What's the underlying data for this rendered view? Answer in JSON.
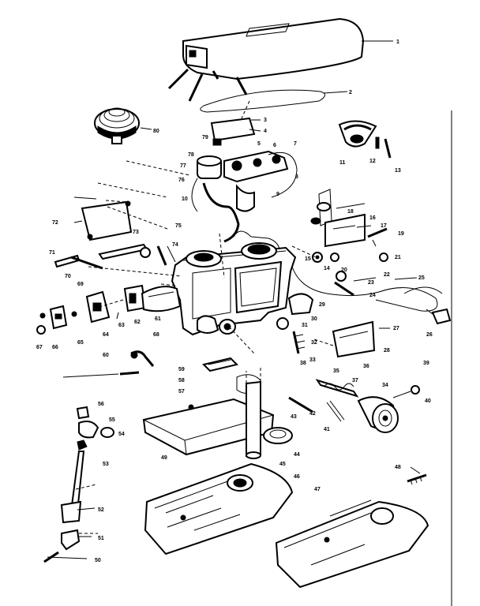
{
  "diagram": {
    "callouts": [
      "1",
      "2",
      "3",
      "4",
      "5",
      "6",
      "7",
      "8",
      "9",
      "10",
      "11",
      "12",
      "13",
      "14",
      "15",
      "16",
      "17",
      "18",
      "19",
      "20",
      "21",
      "22",
      "23",
      "24",
      "25",
      "26",
      "27",
      "28",
      "29",
      "30",
      "31",
      "32",
      "33",
      "34",
      "35",
      "36",
      "37",
      "38",
      "39",
      "40",
      "41",
      "42",
      "43",
      "44",
      "45",
      "46",
      "47",
      "48",
      "49",
      "50",
      "51",
      "52",
      "53",
      "54",
      "55",
      "56",
      "57",
      "58",
      "59",
      "60",
      "61",
      "62",
      "63",
      "64",
      "65",
      "66",
      "67",
      "68",
      "69",
      "70",
      "71",
      "72",
      "73",
      "74",
      "75",
      "76",
      "77",
      "78",
      "79",
      "80"
    ]
  }
}
